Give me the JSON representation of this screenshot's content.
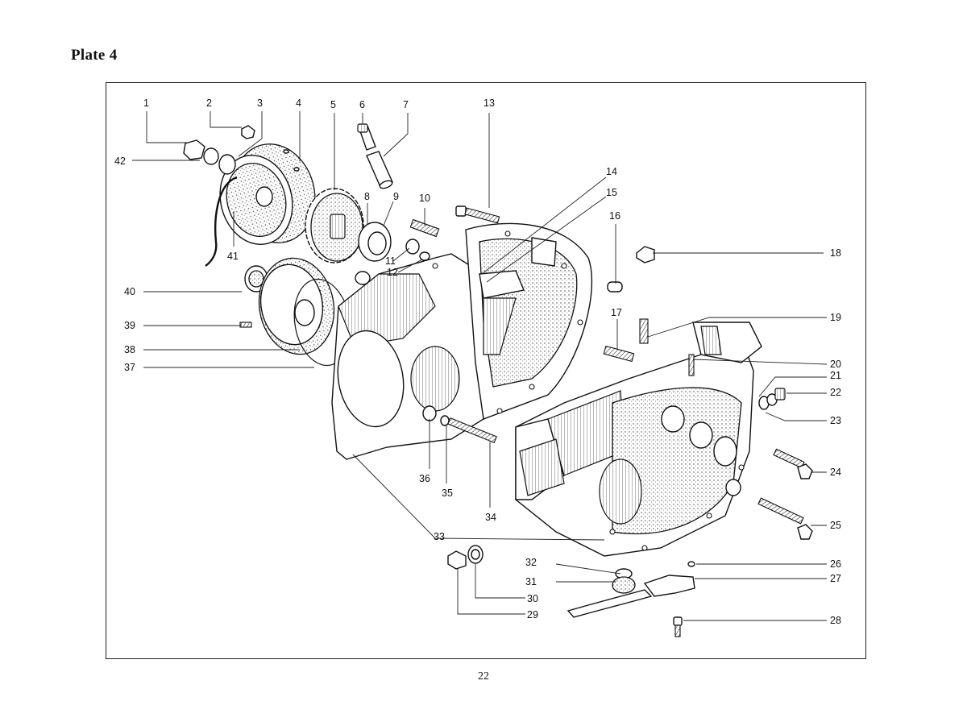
{
  "plate": {
    "title": "Plate 4"
  },
  "page_number": "22",
  "callouts": [
    {
      "id": "c1",
      "label": "1"
    },
    {
      "id": "c2",
      "label": "2"
    },
    {
      "id": "c3",
      "label": "3"
    },
    {
      "id": "c4",
      "label": "4"
    },
    {
      "id": "c5",
      "label": "5"
    },
    {
      "id": "c6",
      "label": "6"
    },
    {
      "id": "c7",
      "label": "7"
    },
    {
      "id": "c8",
      "label": "8"
    },
    {
      "id": "c9",
      "label": "9"
    },
    {
      "id": "c10",
      "label": "10"
    },
    {
      "id": "c11",
      "label": "11"
    },
    {
      "id": "c12",
      "label": "12"
    },
    {
      "id": "c13",
      "label": "13"
    },
    {
      "id": "c14",
      "label": "14"
    },
    {
      "id": "c15",
      "label": "15"
    },
    {
      "id": "c16",
      "label": "16"
    },
    {
      "id": "c17",
      "label": "17"
    },
    {
      "id": "c18",
      "label": "18"
    },
    {
      "id": "c19",
      "label": "19"
    },
    {
      "id": "c20",
      "label": "20"
    },
    {
      "id": "c21",
      "label": "21"
    },
    {
      "id": "c22",
      "label": "22"
    },
    {
      "id": "c23",
      "label": "23"
    },
    {
      "id": "c24",
      "label": "24"
    },
    {
      "id": "c25",
      "label": "25"
    },
    {
      "id": "c26",
      "label": "26"
    },
    {
      "id": "c27",
      "label": "27"
    },
    {
      "id": "c28",
      "label": "28"
    },
    {
      "id": "c29",
      "label": "29"
    },
    {
      "id": "c30",
      "label": "30"
    },
    {
      "id": "c31",
      "label": "31"
    },
    {
      "id": "c32",
      "label": "32"
    },
    {
      "id": "c33",
      "label": "33"
    },
    {
      "id": "c34",
      "label": "34"
    },
    {
      "id": "c35",
      "label": "35"
    },
    {
      "id": "c36",
      "label": "36"
    },
    {
      "id": "c37",
      "label": "37"
    },
    {
      "id": "c38",
      "label": "38"
    },
    {
      "id": "c39",
      "label": "39"
    },
    {
      "id": "c40",
      "label": "40"
    },
    {
      "id": "c41",
      "label": "41"
    },
    {
      "id": "c42",
      "label": "42"
    }
  ]
}
